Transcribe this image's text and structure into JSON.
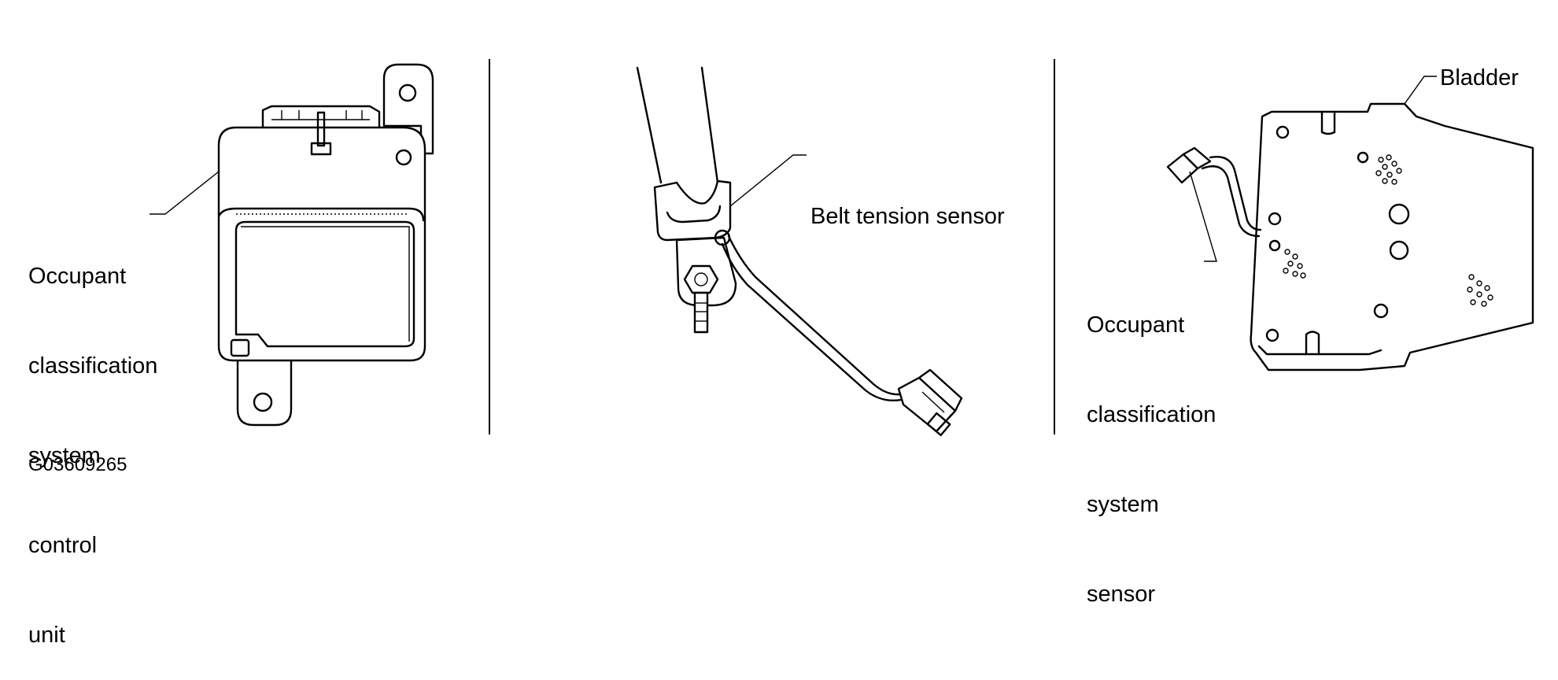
{
  "panels": [
    {
      "id": "control-unit",
      "label_lines": [
        "Occupant",
        "classification",
        "system",
        "control",
        "unit"
      ]
    },
    {
      "id": "belt-sensor",
      "label_lines": [
        "Belt tension sensor"
      ]
    },
    {
      "id": "bladder-sensor",
      "label_top": "Bladder",
      "label_lines": [
        "Occupant",
        "classification",
        "system",
        "sensor"
      ]
    }
  ],
  "figure_code": "G03609265"
}
